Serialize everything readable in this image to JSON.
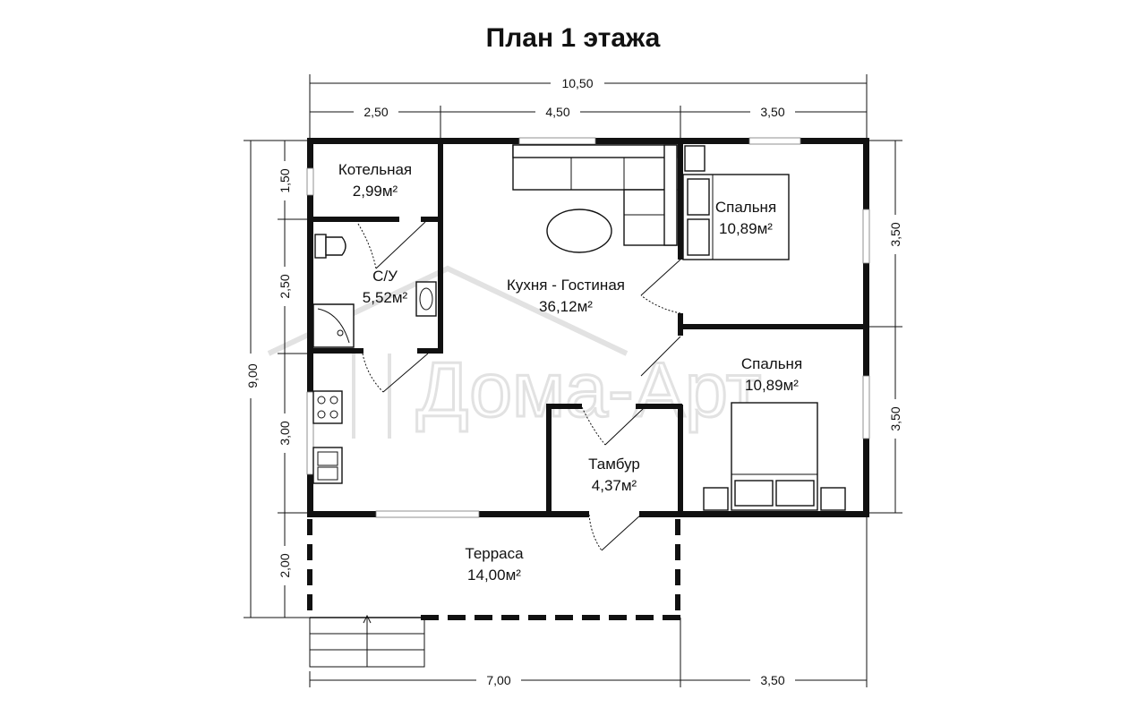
{
  "title": "План 1 этажа",
  "watermark": "Дома-Арт",
  "dimensions": {
    "top_total": "10,50",
    "top_1": "2,50",
    "top_2": "4,50",
    "top_3": "3,50",
    "left_total": "9,00",
    "left_1": "1,50",
    "left_2": "2,50",
    "left_3": "3,00",
    "left_4": "2,00",
    "right_1": "3,50",
    "right_2": "3,50",
    "bottom_1": "7,00",
    "bottom_2": "3,50"
  },
  "rooms": [
    {
      "name": "Котельная",
      "area": "2,99м²"
    },
    {
      "name": "С/У",
      "area": "5,52м²"
    },
    {
      "name": "Кухня - Гостиная",
      "area": "36,12м²"
    },
    {
      "name": "Спальня",
      "area": "10,89м²"
    },
    {
      "name": "Спальня",
      "area": "10,89м²"
    },
    {
      "name": "Тамбур",
      "area": "4,37м²"
    },
    {
      "name": "Терраса",
      "area": "14,00м²"
    }
  ],
  "colors": {
    "wall": "#111111",
    "watermark": "#e2e2e2"
  }
}
